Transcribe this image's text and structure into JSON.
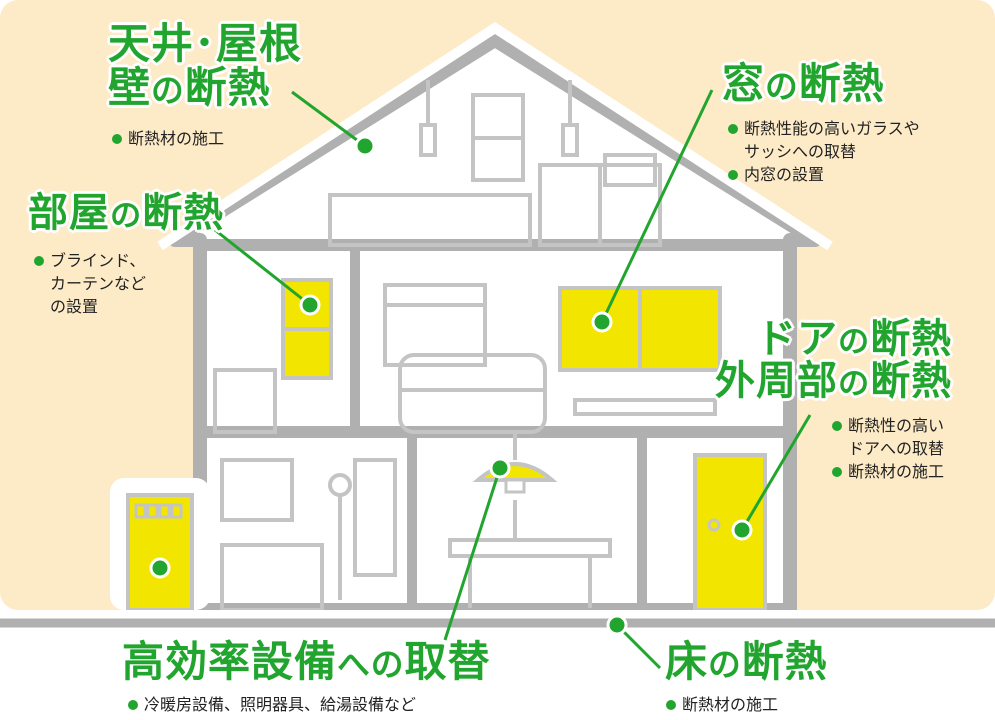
{
  "labels": {
    "ceiling": {
      "line1": "天井･屋根",
      "line2a": "壁",
      "line2b": "の",
      "line2c": "断熱",
      "items": [
        "断熱材の施工"
      ]
    },
    "window": {
      "a": "窓",
      "b": "の",
      "c": "断熱",
      "items": [
        "断熱性能の高いガラスや",
        "サッシへの取替",
        "内窓の設置"
      ]
    },
    "room": {
      "a": "部屋",
      "b": "の",
      "c": "断熱",
      "items": [
        "ブラインド、",
        "カーテンなど",
        "の設置"
      ]
    },
    "door": {
      "line1a": "ドア",
      "line1b": "の",
      "line1c": "断熱",
      "line2a": "外周部",
      "line2b": "の",
      "line2c": "断熱",
      "items": [
        "断熱性の高い",
        "ドアへの取替",
        "断熱材の施工"
      ]
    },
    "equipment": {
      "a": "高効率設備",
      "b": "への",
      "c": "取替",
      "items": [
        "冷暖房設備、照明器具、給湯設備など"
      ]
    },
    "floor": {
      "a": "床",
      "b": "の",
      "c": "断熱",
      "items": [
        "断熱材の施工"
      ]
    }
  },
  "colors": {
    "accent": "#22a52e",
    "background": "#fdebc8",
    "wall": "#b0b0b0",
    "highlight": "#f2e600"
  }
}
